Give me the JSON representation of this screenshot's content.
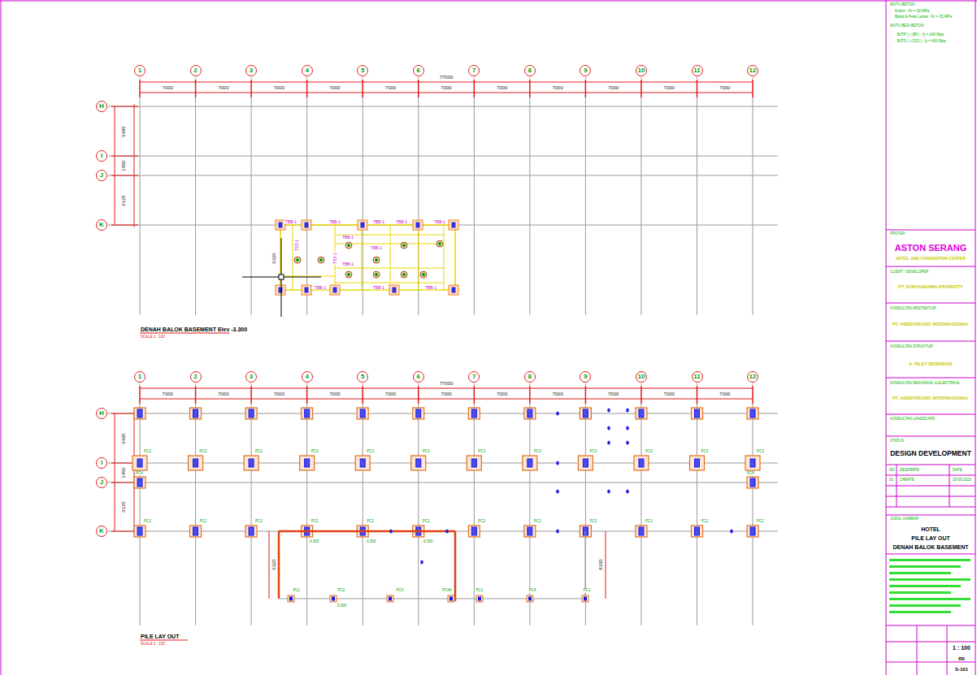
{
  "diagram": {
    "nodes": [
      {
        "text": [
          "1"
        ]
      },
      {
        "text": [
          "2"
        ]
      },
      {
        "text": [
          "3"
        ]
      },
      {
        "text": [
          "4"
        ]
      },
      {
        "text": [
          "5"
        ]
      },
      {
        "text": [
          "6"
        ]
      },
      {
        "text": [
          "7"
        ]
      },
      {
        "text": [
          "8"
        ]
      },
      {
        "text": [
          "9"
        ]
      },
      {
        "text": [
          "10"
        ]
      },
      {
        "text": [
          "11"
        ]
      },
      {
        "text": [
          "12"
        ]
      },
      {
        "text": [
          "H"
        ]
      },
      {
        "text": [
          "I"
        ]
      },
      {
        "text": [
          "J"
        ]
      },
      {
        "text": [
          "K"
        ]
      },
      {
        "text": [
          "1"
        ]
      },
      {
        "text": [
          "2"
        ]
      },
      {
        "text": [
          "3"
        ]
      },
      {
        "text": [
          "4"
        ]
      },
      {
        "text": [
          "5"
        ]
      },
      {
        "text": [
          "6"
        ]
      },
      {
        "text": [
          "7"
        ]
      },
      {
        "text": [
          "8"
        ]
      },
      {
        "text": [
          "9"
        ]
      },
      {
        "text": [
          "10"
        ]
      },
      {
        "text": [
          "11"
        ]
      },
      {
        "text": [
          "12"
        ]
      },
      {
        "text": [
          "H"
        ]
      },
      {
        "text": [
          "I"
        ]
      },
      {
        "text": [
          "J"
        ]
      },
      {
        "text": [
          "K"
        ]
      }
    ],
    "labels": [
      "77000",
      "7000",
      "7000",
      "7000",
      "7000",
      "7000",
      "7000",
      "7000",
      "7000",
      "7000",
      "7000",
      "7000",
      "6495",
      "1450",
      "6125",
      "77000",
      "7000",
      "7000",
      "7000",
      "7000",
      "7000",
      "7000",
      "7000",
      "7000",
      "7000",
      "7000",
      "7000",
      "6495",
      "1450",
      "6125",
      "DENAH BALOK BASEMENT Elev -3.300",
      "SCALE 1 : 100",
      "TBB-1",
      "TBB-1",
      "TBB-1",
      "TBB-1",
      "TBB-1",
      "TBB-1",
      "TBB-1",
      "TBB-1",
      "TBB-1",
      "TBB-1",
      "TBB-1",
      "TB3-1",
      "TB3-1",
      "6320",
      "PILE LAY OUT",
      "SCALE 1 : 100",
      "PC2",
      "PC2",
      "PC2",
      "PC2",
      "PC2",
      "PC2",
      "PC2",
      "PC2",
      "PC2",
      "PC2",
      "PC2",
      "PC2",
      "PC3",
      "PC3",
      "PC3",
      "PC3",
      "PC3",
      "PC3",
      "PC3",
      "PC3",
      "PC3",
      "PC3",
      "PC3",
      "PC3",
      "PC4",
      "PC4",
      "PC1",
      "PC2",
      "PC3",
      "PC4A",
      "PC1",
      "PC4",
      "PC1",
      "-3.300",
      "-3.300",
      "-3.300",
      "-3.300",
      "6320",
      "8100",
      "MUTU BETON :",
      "Kolom : Fc = 30 MPa",
      "Balok & Pelat Lantai : Fc = 25 MPa",
      "MUTU BESI BETON :",
      "- BJTP ( ≤ Ø8 ) : fy = 240 Mpa",
      "- BJTD ( ≥ D13 ) : fy = 400 Mpa",
      "PROYEK",
      "ASTON SERANG",
      "HOTEL AND CONVENTION CENTER",
      "CLIENT / DEVELOPER",
      "PT. SURYABHAWA PROPERTY",
      "KONSULTAN ARSITEKTUR",
      "PT. ANDEFREANS INTERNASIONAL",
      "KONSULTAN STRUKTUR",
      "Ir. RILEY BERINDAR",
      "KONSULTAN MEKANIKAL & ELEKTRIKAL",
      "PT. ANDEFREANS INTERNASIONAL",
      "KONSULTAN LANDSCAPE",
      "STATUS",
      "DESIGN DEVELOPMENT",
      "NO",
      "DESKRIPSI",
      "DATE",
      "01",
      "CREATE",
      "23-03-2023",
      "JUDUL GAMBAR",
      "HOTEL",
      "PILE LAY OUT",
      "DENAH BALOK BASEMENT",
      "1 : 100",
      "R0",
      "S-101"
    ]
  }
}
